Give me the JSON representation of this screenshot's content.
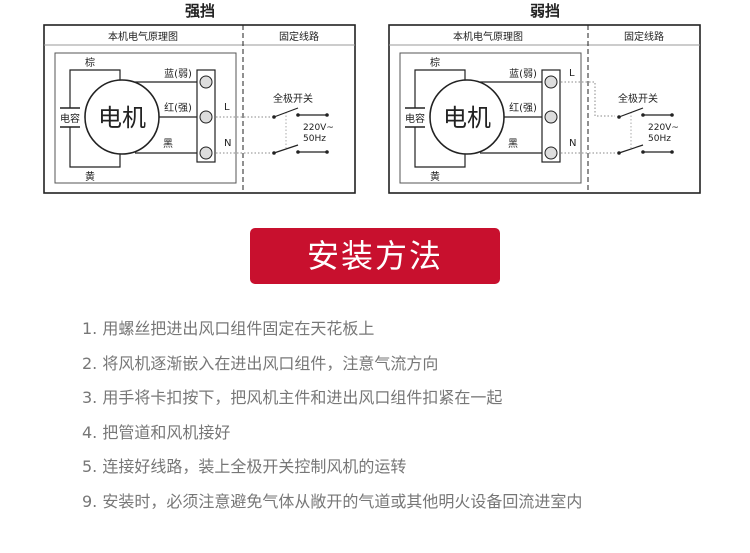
{
  "diagrams": [
    {
      "title": "强挡",
      "header_left": "本机电气原理图",
      "header_right": "固定线路",
      "motor": "电机",
      "capacitor": "电容",
      "wire_brown": "棕",
      "wire_blue": "蓝(弱)",
      "wire_red": "红(强)",
      "wire_black": "黑",
      "wire_yellow": "黄",
      "live": "L",
      "neutral": "N",
      "switch": "全极开关",
      "voltage": "220V~",
      "frequency": "50Hz",
      "live_terminal": "red"
    },
    {
      "title": "弱挡",
      "header_left": "本机电气原理图",
      "header_right": "固定线路",
      "motor": "电机",
      "capacitor": "电容",
      "wire_brown": "棕",
      "wire_blue": "蓝(弱)",
      "wire_red": "红(强)",
      "wire_black": "黑",
      "wire_yellow": "黄",
      "live": "L",
      "neutral": "N",
      "switch": "全极开关",
      "voltage": "220V~",
      "frequency": "50Hz",
      "live_terminal": "blue"
    }
  ],
  "section": {
    "title": "安装方法",
    "color": "#c8102e"
  },
  "steps": [
    "1. 用螺丝把进出风口组件固定在天花板上",
    "2. 将风机逐渐嵌入在进出风口组件，注意气流方向",
    "3. 用手将卡扣按下，把风机主件和进出风口组件扣紧在一起",
    "4. 把管道和风机接好",
    "5. 连接好线路，装上全极开关控制风机的运转",
    "9. 安装时，必须注意避免气体从敞开的气道或其他明火设备回流进室内"
  ]
}
